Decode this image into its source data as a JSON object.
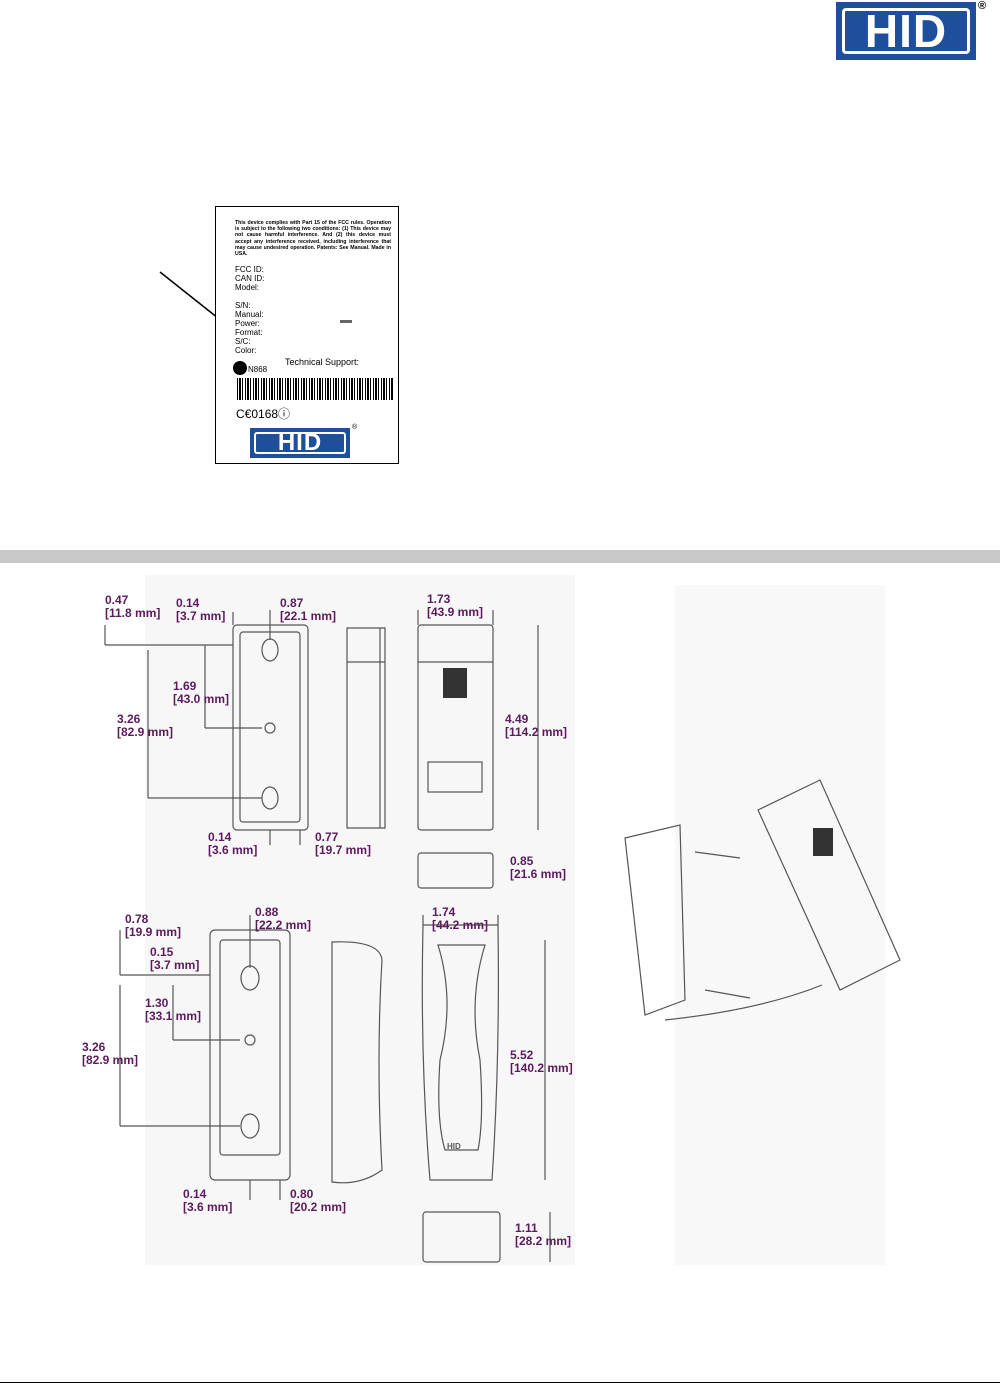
{
  "logo": {
    "text": "HID",
    "reg": "®"
  },
  "label": {
    "fcc_text": "This device complies with Part 15 of the FCC rules. Operation is subject to the following two conditions: (1) This device may not cause harmful interference. And (2) this device must accept any interference received, including interference that may cause undesired operation. Patents: See Manual. Made in USA.",
    "fields": [
      "FCC ID:",
      "CAN ID:",
      "Model:",
      "S/N:",
      "Manual:",
      "Power:",
      "Format:",
      "S/C:",
      "Color:"
    ],
    "support": "Technical Support:",
    "csa": "N868",
    "ce": "C€0168ⓘ",
    "logo_text": "HID",
    "reg": "®"
  },
  "dims_top": {
    "d1": "0.47",
    "d1mm": "[11.8 mm]",
    "d2": "0.14",
    "d2mm": "[3.7 mm]",
    "d3": "0.87",
    "d3mm": "[22.1 mm]",
    "d4": "1.69",
    "d4mm": "[43.0 mm]",
    "d5": "3.26",
    "d5mm": "[82.9 mm]",
    "d6": "0.14",
    "d6mm": "[3.6 mm]",
    "d7": "0.77",
    "d7mm": "[19.7 mm]",
    "d8": "1.73",
    "d8mm": "[43.9 mm]",
    "d9": "4.49",
    "d9mm": "[114.2 mm]",
    "d10": "0.85",
    "d10mm": "[21.6 mm]"
  },
  "dims_bottom": {
    "d1": "0.78",
    "d1mm": "[19.9 mm]",
    "d2": "0.15",
    "d2mm": "[3.7 mm]",
    "d3": "0.88",
    "d3mm": "[22.2 mm]",
    "d4": "1.30",
    "d4mm": "[33.1 mm]",
    "d5": "3.26",
    "d5mm": "[82.9 mm]",
    "d6": "0.14",
    "d6mm": "[3.6 mm]",
    "d7": "0.80",
    "d7mm": "[20.2 mm]",
    "d8": "1.74",
    "d8mm": "[44.2 mm]",
    "d9": "5.52",
    "d9mm": "[140.2 mm]",
    "d10": "1.11",
    "d10mm": "[28.2 mm]"
  },
  "reader_logo": "HID"
}
